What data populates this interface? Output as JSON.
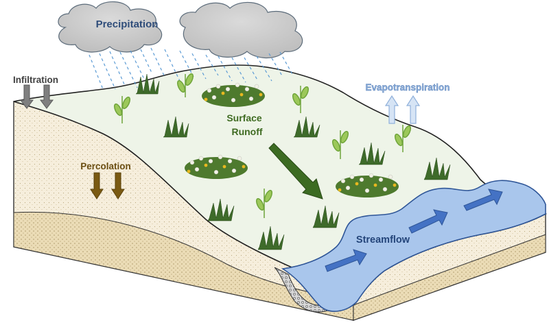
{
  "labels": {
    "precipitation": "Precipitation",
    "infiltration": "Infiltration",
    "evapotranspiration": "Evapotranspiration",
    "surface_runoff_line1": "Surface",
    "surface_runoff_line2": "Runoff",
    "percolation": "Percolation",
    "streamflow": "Streamflow"
  },
  "colors": {
    "precipitation_text": "#2F4D7A",
    "infiltration_text": "#404040",
    "evapotranspiration_text": "#8FB0DA",
    "surface_runoff_text": "#3F6B22",
    "percolation_text": "#6B4E12",
    "streamflow_text": "#24457A",
    "surface": "#EEF4E8",
    "soil": "#F6EEDC",
    "deep_soil": "#ECDDBA",
    "water": "#A9C6EC",
    "runoff_arrow": "#3C6B22",
    "percolation_arrow": "#7A5A12",
    "infiltration_arrow": "#7F7F7F",
    "evapo_arrow": "#D6E4F5",
    "stream_arrow": "#4472C4",
    "cloud": "#C9C9C9",
    "rain": "#5B9BD5"
  },
  "icons": [
    "cloud-icon",
    "rain-icon",
    "grass-tuft-icon",
    "wildflower-patch-icon",
    "sapling-icon",
    "arrow-icon"
  ]
}
